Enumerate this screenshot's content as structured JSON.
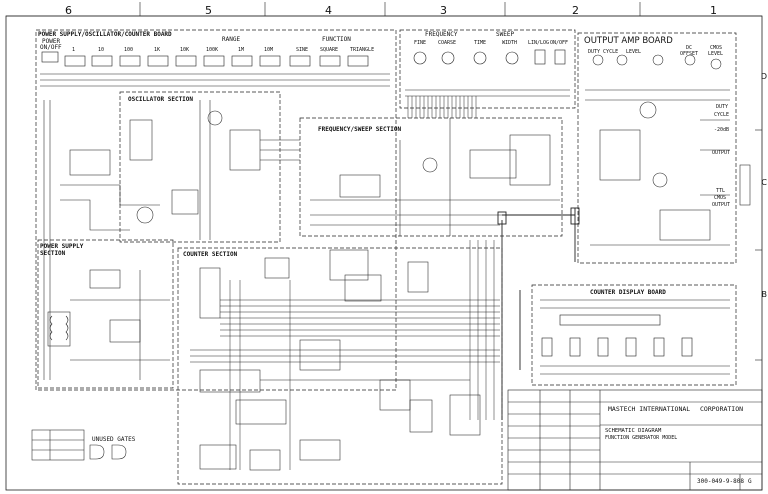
{
  "zones": [
    "6",
    "5",
    "4",
    "3",
    "2",
    "1"
  ],
  "row_markers": [
    "D",
    "C",
    "B"
  ],
  "power_board": {
    "title": "POWER SUPPLY/OSCILLATOR/COUNTER BOARD",
    "power_label": "POWER",
    "power_sub": "ON/OFF",
    "range_label": "RANGE",
    "range_steps": [
      "1",
      "10",
      "100",
      "1K",
      "10K",
      "100K",
      "1M",
      "10M"
    ],
    "function_label": "FUNCTION",
    "function_steps": [
      "SINE",
      "SQUARE",
      "TRIANGLE"
    ]
  },
  "oscillator_section": "OSCILLATOR SECTION",
  "freq_sweep_section": "FREQUENCY/SWEEP SECTION",
  "power_supply_section": [
    "POWER SUPPLY",
    "SECTION"
  ],
  "counter_section": "COUNTER SECTION",
  "frequency_panel": {
    "frequency_label": "FREQUENCY",
    "fine": "FINE",
    "coarse": "COARSE",
    "sweep_label": "SWEEP",
    "time": "TIME",
    "width": "WIDTH",
    "lin_log": "LIN/LOG",
    "on_off": "ON/OFF"
  },
  "output_amp": {
    "title": "OUTPUT AMP BOARD",
    "duty_cycle": "DUTY CYCLE",
    "level": "LEVEL",
    "dc_offset": "DC",
    "dc_offset2": "OFFSET",
    "cmos": "CMOS",
    "cmos_level": "LEVEL",
    "duty": "DUTY",
    "cycle": "CYCLE",
    "minus20db": "-20dB",
    "output": "OUTPUT",
    "ttl": "TTL",
    "cmos_out": "CMOS",
    "output2": "OUTPUT"
  },
  "counter_display": {
    "title": "COUNTER DISPLAY BOARD"
  },
  "unused_gates": "UNUSED GATES",
  "title_block": {
    "company": "MASTECH INTERNATIONAL",
    "corporation": "CORPORATION",
    "drawing_title": "SCHEMATIC DIAGRAM",
    "model": "FUNCTION GENERATOR MODEL",
    "doc_number": "300-049-9-808",
    "rev": "G"
  }
}
